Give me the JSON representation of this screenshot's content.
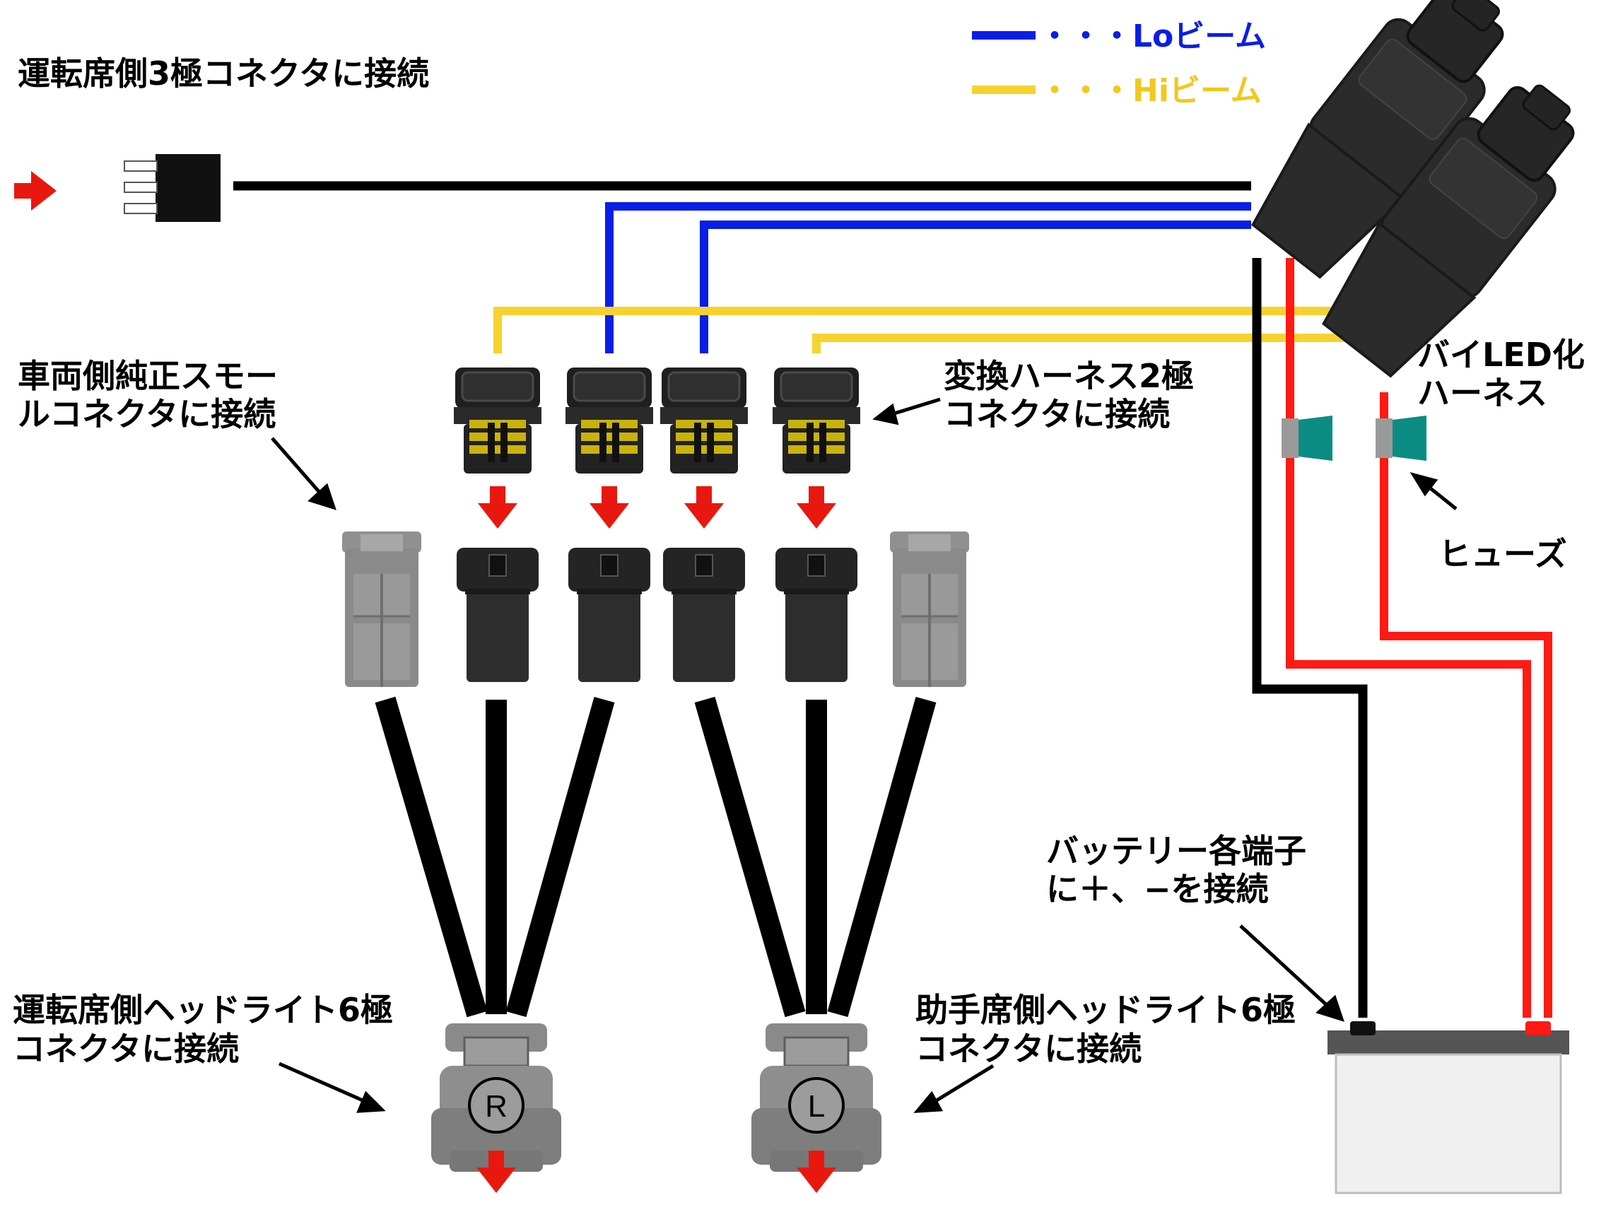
{
  "legend": {
    "lo_label": "・・・Loビーム",
    "hi_label": "・・・Hiビーム",
    "lo_color": "#0a1ee6",
    "hi_color": "#f6d231"
  },
  "labels": {
    "driver_3pin": "運転席側3極コネクタに接続",
    "vehicle_small_1": "車両側純正スモー",
    "vehicle_small_2": "ルコネクタに接続",
    "conv_2pin_1": "変換ハーネス2極",
    "conv_2pin_2": "コネクタに接続",
    "bi_led_1": "バイLED化",
    "bi_led_2": "ハーネス",
    "fuse": "ヒューズ",
    "battery_1": "バッテリー各端子",
    "battery_2": "に＋、−を接続",
    "driver_head_1": "運転席側ヘッドライト6極",
    "driver_head_2": "コネクタに接続",
    "passenger_head_1": "助手席側ヘッドライト6極",
    "passenger_head_2": "コネクタに接続"
  },
  "connectors": {
    "right_badge": "R",
    "left_badge": "L"
  },
  "colors": {
    "wire_black": "#000000",
    "wire_red": "#ff1a12",
    "arrow_red": "#e8180f",
    "relay_body": "#2b2b2b",
    "connector_black": "#2d2d2d",
    "connector_grey": "#8c8c8c",
    "fuse_teal": "#0b8c82",
    "pin_yellow": "#c9b30b"
  },
  "icons": {
    "relay": "relay-icon",
    "fuse": "fuse-icon",
    "battery": "battery-icon",
    "arrow": "red-arrow-icon"
  }
}
